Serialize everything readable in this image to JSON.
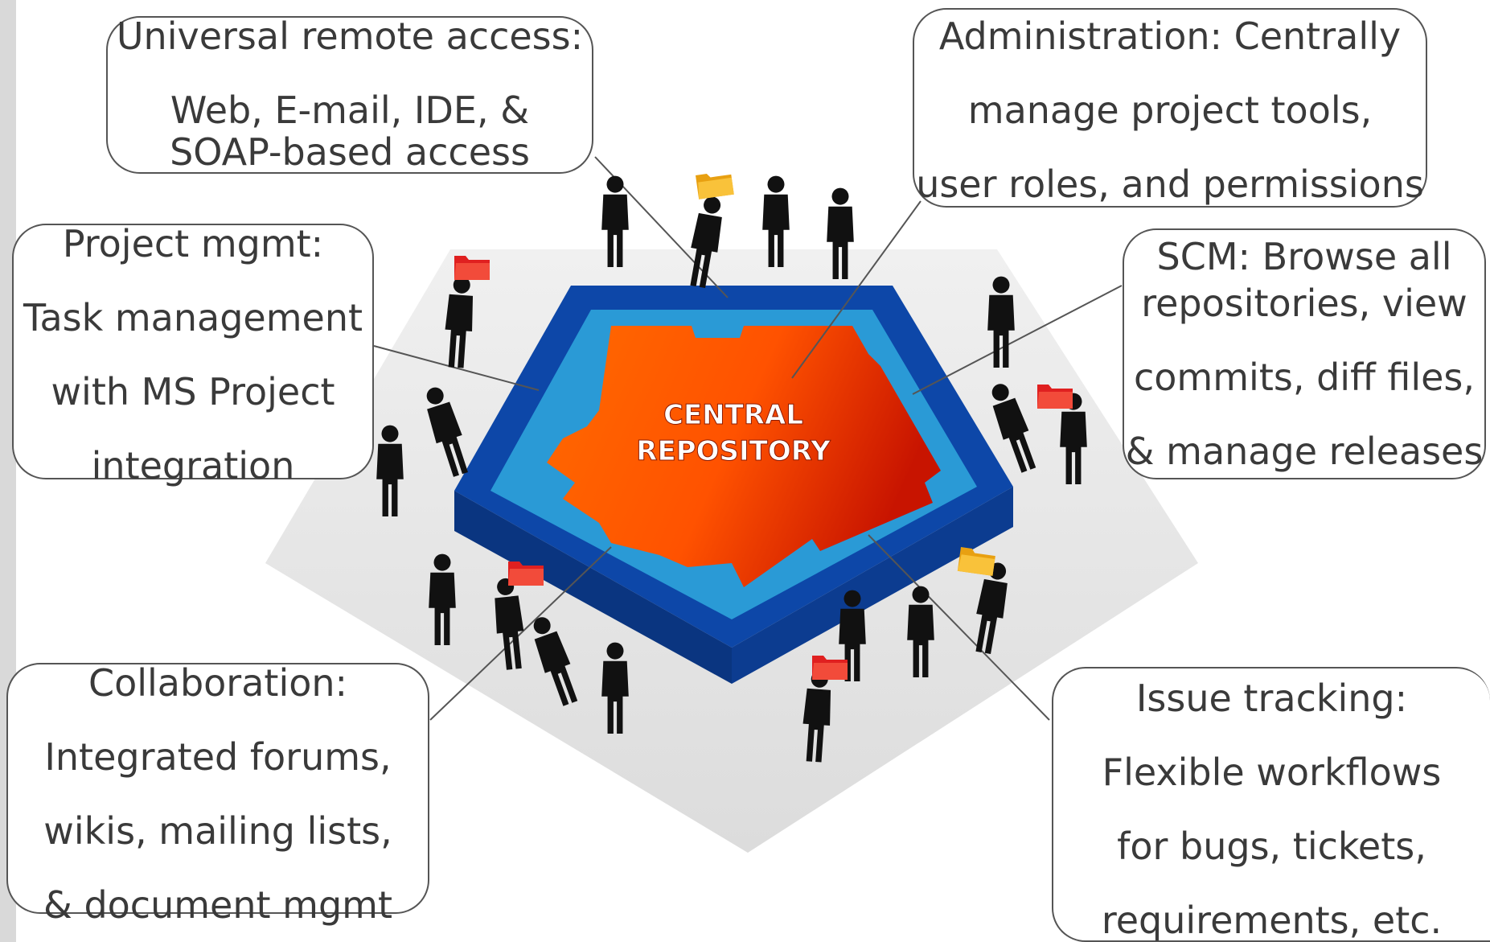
{
  "center_label": [
    "CENTRAL",
    "REPOSITORY"
  ],
  "colors": {
    "core_orange": "#ff5a00",
    "core_red": "#c81400",
    "frame_blue": "#0d47a8",
    "frame_light_blue": "#2a9ad6",
    "floor_gray": "#e6e6e6",
    "callout_border": "#555555",
    "text_gray": "#3a3a3a",
    "folder_red": "#e02020",
    "folder_yellow": "#f6b21b"
  },
  "callouts": {
    "remote": {
      "lines": [
        "Universal remote access:",
        "Web, E-mail, IDE, &",
        "SOAP-based access"
      ]
    },
    "admin": {
      "lines": [
        "Administration: Centrally",
        "manage project tools,",
        "user roles, and permissions"
      ]
    },
    "project": {
      "lines": [
        "Project mgmt:",
        "Task management",
        "with MS Project",
        "integration"
      ]
    },
    "scm": {
      "lines": [
        "SCM: Browse all",
        "repositories, view",
        "commits, diff files,",
        "& manage releases"
      ]
    },
    "collab": {
      "lines": [
        "Collaboration:",
        "Integrated forums,",
        "wikis, mailing lists,",
        "& document mgmt"
      ]
    },
    "issue": {
      "lines": [
        "Issue tracking:",
        "Flexible workflows",
        "for bugs, tickets,",
        "requirements, etc."
      ]
    }
  },
  "icons": [
    "person-icon",
    "folder-icon"
  ]
}
